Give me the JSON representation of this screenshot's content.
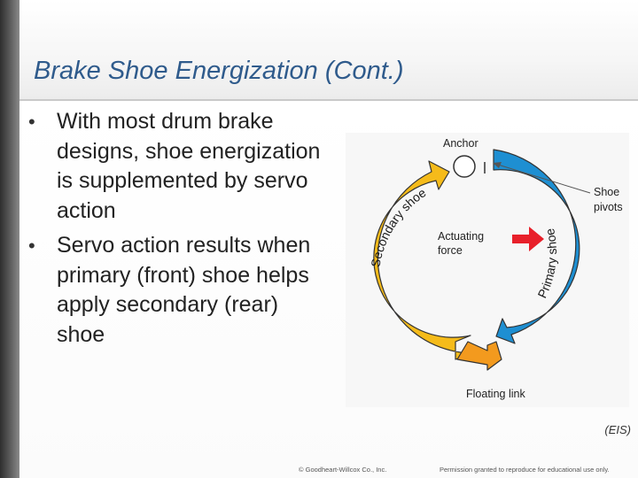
{
  "slide": {
    "title": "Brake Shoe Energization (Cont.)",
    "bullets": [
      "With most drum brake designs, shoe energization is supplemented by servo action",
      "Servo action results when primary (front) shoe helps apply secondary (rear) shoe"
    ],
    "image_credit": "(EIS)"
  },
  "diagram": {
    "labels": {
      "anchor": "Anchor",
      "shoe_pivots_line1": "Shoe",
      "shoe_pivots_line2": "pivots",
      "actuating_force_line1": "Actuating",
      "actuating_force_line2": "force",
      "floating_link": "Floating link",
      "secondary_shoe": "Secondary shoe",
      "primary_shoe": "Primary shoe"
    },
    "colors": {
      "secondary_shoe": "#F5BB1A",
      "primary_shoe": "#1E8FD2",
      "floating_link": "#F39A1E",
      "actuating_arrow": "#E8202A",
      "outline": "#333333"
    }
  },
  "footer": {
    "copyright": "© Goodheart-Willcox Co., Inc.",
    "permission": "Permission granted to reproduce for educational use only."
  }
}
